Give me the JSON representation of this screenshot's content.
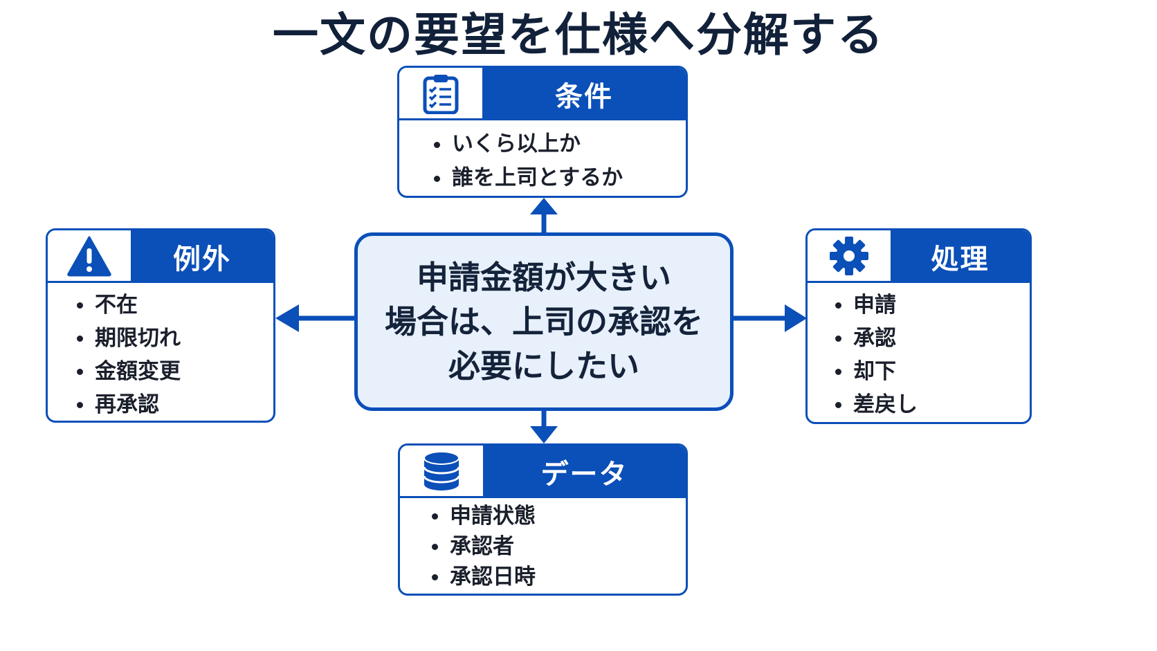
{
  "title": "一文の要望を仕様へ分解する",
  "center": {
    "text": "申請金額が大きい\n場合は、上司の承認を\n必要にしたい"
  },
  "nodes": {
    "conditions": {
      "label": "条件",
      "icon": "clipboard-checklist-icon",
      "items": [
        "いくら以上か",
        "誰を上司とするか"
      ]
    },
    "exceptions": {
      "label": "例外",
      "icon": "warning-icon",
      "items": [
        "不在",
        "期限切れ",
        "金額変更",
        "再承認"
      ]
    },
    "processing": {
      "label": "処理",
      "icon": "gear-icon",
      "items": [
        "申請",
        "承認",
        "却下",
        "差戻し"
      ]
    },
    "data": {
      "label": "データ",
      "icon": "database-icon",
      "items": [
        "申請状態",
        "承認者",
        "承認日時"
      ]
    }
  },
  "colors": {
    "accent": "#0b4fb8",
    "center_fill": "#e7f0fb",
    "title_text": "#12213a"
  }
}
